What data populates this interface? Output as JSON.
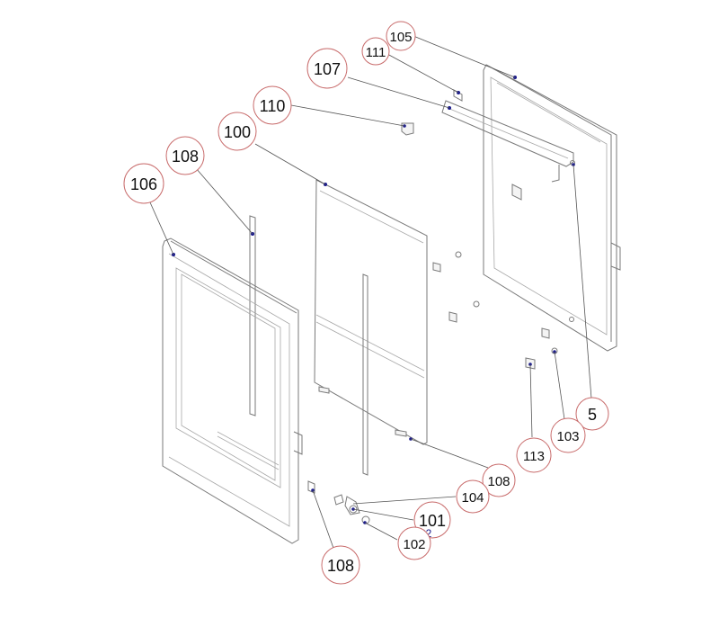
{
  "callouts": {
    "c105": "105",
    "c111": "111",
    "c107": "107",
    "c110": "110",
    "c100": "100",
    "c108a": "108",
    "c106": "106",
    "c5": "5",
    "c103": "103",
    "c113": "113",
    "c108b": "108",
    "c104": "104",
    "c101": "101",
    "c102": "102",
    "c108c": "108"
  },
  "stray_label": "32",
  "colors": {
    "bubble_stroke": "#c86b6b",
    "marker": "#1a1a8c"
  }
}
